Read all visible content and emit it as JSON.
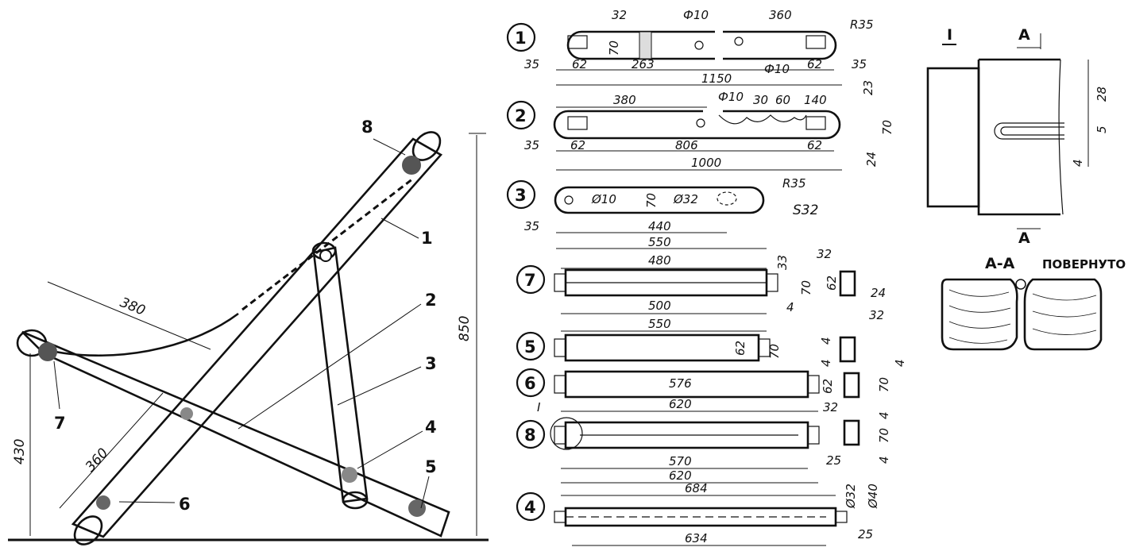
{
  "assembly": {
    "height_total": "850",
    "height_seat": "430",
    "seat_width": "380",
    "leg_length": "360",
    "callouts": [
      "8",
      "1",
      "2",
      "3",
      "7",
      "4",
      "5",
      "6"
    ]
  },
  "part1": {
    "number": "1",
    "dims": [
      "32",
      "Ф10",
      "360",
      "R35",
      "70",
      "263",
      "Ф10",
      "35",
      "62",
      "62",
      "35",
      "1150"
    ]
  },
  "part2": {
    "number": "2",
    "dims": [
      "380",
      "Ф10",
      "30",
      "60",
      "140",
      "23",
      "70",
      "62",
      "806",
      "62",
      "24",
      "1000",
      "35"
    ]
  },
  "part3": {
    "number": "3",
    "dims": [
      "R35",
      "Ø10",
      "70",
      "Ø32",
      "S32",
      "35",
      "440",
      "550"
    ]
  },
  "part7": {
    "number": "7",
    "dims": [
      "480",
      "33",
      "70",
      "500",
      "4",
      "32",
      "62",
      "24",
      "32"
    ]
  },
  "part5": {
    "number": "5",
    "dims": [
      "550",
      "62",
      "70",
      "4",
      "4"
    ]
  },
  "part6": {
    "number": "6",
    "dims": [
      "576",
      "620",
      "62",
      "4",
      "70",
      "32"
    ]
  },
  "part8": {
    "number": "8",
    "detail_mark": "I",
    "dims": [
      "570",
      "25",
      "620",
      "4",
      "70",
      "4"
    ]
  },
  "part4": {
    "number": "4",
    "dims": [
      "684",
      "Ø32",
      "Ø40",
      "634",
      "25"
    ]
  },
  "detail": {
    "mark": "I",
    "section_mark": "А",
    "dims": [
      "28",
      "5",
      "4"
    ],
    "section_title": "А-А",
    "section_note": "ПОВЕРНУТО"
  }
}
